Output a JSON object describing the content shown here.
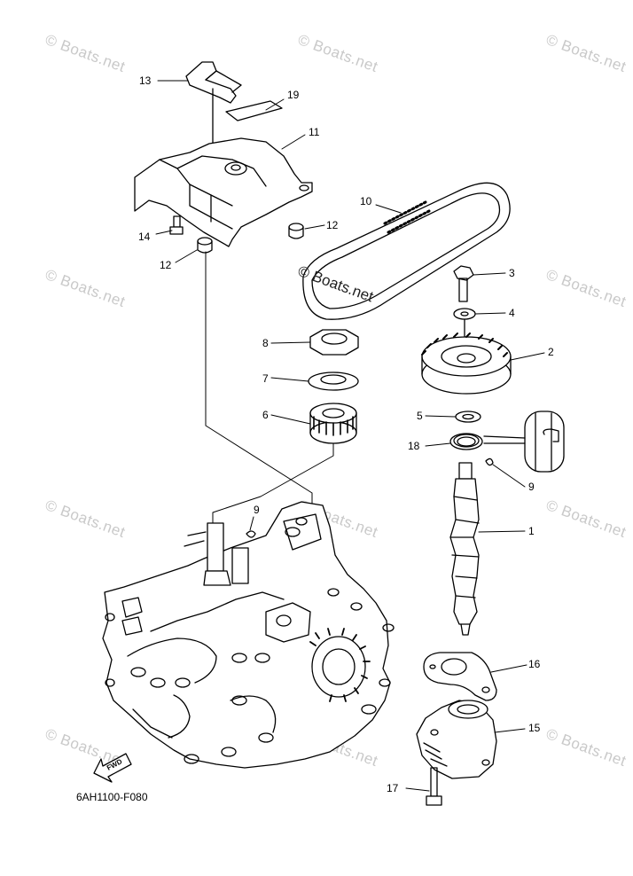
{
  "diagram": {
    "part_code": "6AH1100-F080",
    "watermark_text": "© Boats.net",
    "center_mark": "© Boats.net",
    "fwd_label": "FWD",
    "callouts": {
      "c1": "1",
      "c2": "2",
      "c3": "3",
      "c4": "4",
      "c5": "5",
      "c6": "6",
      "c7": "7",
      "c8": "8",
      "c9a": "9",
      "c9b": "9",
      "c10": "10",
      "c11": "11",
      "c12a": "12",
      "c12b": "12",
      "c13": "13",
      "c14": "14",
      "c15": "15",
      "c16": "16",
      "c17": "17",
      "c18": "18",
      "c19": "19"
    }
  }
}
